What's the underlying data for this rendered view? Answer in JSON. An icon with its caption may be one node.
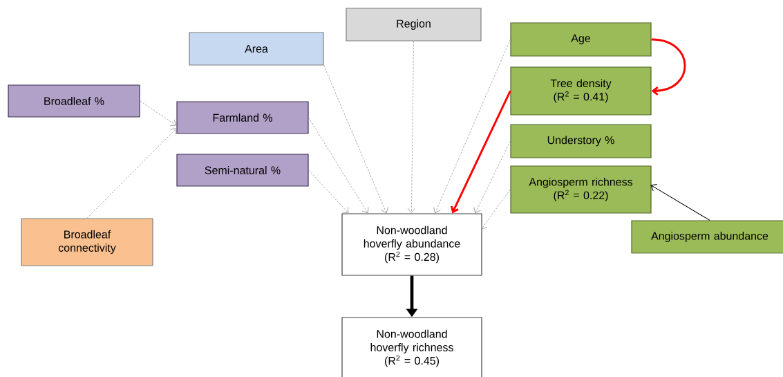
{
  "diagram": {
    "nodes": [
      {
        "text": [
          "Region"
        ]
      },
      {
        "text": [
          "Area"
        ]
      },
      {
        "text": [
          "Age"
        ]
      },
      {
        "text": [
          "Tree density",
          "(R$^{2}$ = 0.41)"
        ]
      },
      {
        "text": [
          "Broadleaf %"
        ]
      },
      {
        "text": [
          "Farmland %"
        ]
      },
      {
        "text": [
          "Understory %"
        ]
      },
      {
        "text": [
          "Semi-natural %"
        ]
      },
      {
        "text": [
          "Angiosperm richness",
          "(R$^{2}$ = 0.22)"
        ]
      },
      {
        "text": [
          "Broadleaf connectivity"
        ]
      },
      {
        "text": [
          "Angiosperm abundance"
        ]
      },
      {
        "text": [
          "Non-woodland hoverfly abundance",
          "(R$^{2}$ = 0.28)"
        ]
      },
      {
        "text": [
          "Non-woodland hoverfly richness",
          "(R$^{2}$ = 0.45)"
        ]
      }
    ],
    "edges": [
      {
        "from": 4,
        "to": 5,
        "arrow": "to",
        "style": "dashed"
      },
      {
        "from": 9,
        "to": 5,
        "arrow": "to",
        "style": "dashed"
      },
      {
        "from": 5,
        "to": 11,
        "arrow": "to",
        "style": "dashed"
      },
      {
        "from": 7,
        "to": 11,
        "arrow": "to",
        "style": "dashed"
      },
      {
        "from": 1,
        "to": 11,
        "arrow": "to",
        "style": "dashed"
      },
      {
        "from": 0,
        "to": 11,
        "arrow": "to",
        "style": "dashed"
      },
      {
        "from": 2,
        "to": 11,
        "arrow": "to",
        "style": "dashed"
      },
      {
        "from": 3,
        "to": 11,
        "arrow": "to",
        "style": "thick",
        "color": "#ff0000"
      },
      {
        "from": 6,
        "to": 11,
        "arrow": "to",
        "style": "dashed"
      },
      {
        "from": 8,
        "to": 11,
        "arrow": "to",
        "style": "dashed"
      },
      {
        "from": 10,
        "to": 8,
        "arrow": "to",
        "color": "#000000"
      },
      {
        "from": 2,
        "to": 3,
        "arrow": "to",
        "style": "thick",
        "color": "#ff0000"
      },
      {
        "from": 11,
        "to": 12,
        "arrow": "to",
        "style": "thick",
        "color": "#000000"
      }
    ]
  }
}
